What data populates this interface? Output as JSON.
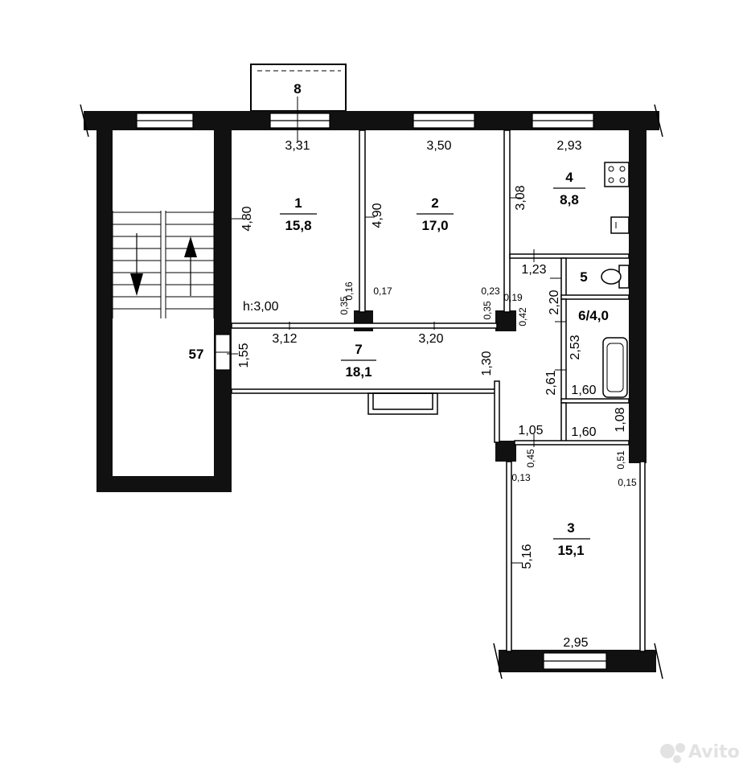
{
  "rooms": [
    {
      "num": "1",
      "area": "15,8"
    },
    {
      "num": "2",
      "area": "17,0"
    },
    {
      "num": "3",
      "area": "15,1"
    },
    {
      "num": "4",
      "area": "8,8"
    },
    {
      "num": "5",
      "area": ""
    },
    {
      "num": "6/4,0",
      "area": ""
    },
    {
      "num": "7",
      "area": "18,1"
    },
    {
      "num": "8",
      "area": ""
    },
    {
      "num": "57",
      "area": ""
    }
  ],
  "ceiling_height": "h:3,00",
  "dimensions": {
    "room1_width": "3,31",
    "room1_height": "4,80",
    "room2_width": "3,50",
    "room2_height": "4,90",
    "room4_width": "2,93",
    "room4_height": "3,08",
    "corridor_a": "3,12",
    "corridor_b": "3,20",
    "corridor_left": "1,55",
    "corridor_right": "1,30",
    "hall_top": "1,23",
    "hall_height": "2,20",
    "bath_height": "2,53",
    "bath_width": "1,60",
    "hall_lower": "2,61",
    "small_height": "1,08",
    "small_width": "1,60",
    "passage": "1,05",
    "room3_height": "5,16",
    "room3_width": "2,95",
    "w016": "0,16",
    "w017": "0,17",
    "w035a": "0,35",
    "w023": "0,23",
    "w019": "0,19",
    "w035b": "0,35",
    "w042": "0,42",
    "w045": "0,45",
    "w013": "0,13",
    "w051": "0,51",
    "w015": "0,15"
  },
  "watermark": "Avito",
  "colors": {
    "wall": "#111111",
    "line": "#000000",
    "window": "#ffffff"
  }
}
